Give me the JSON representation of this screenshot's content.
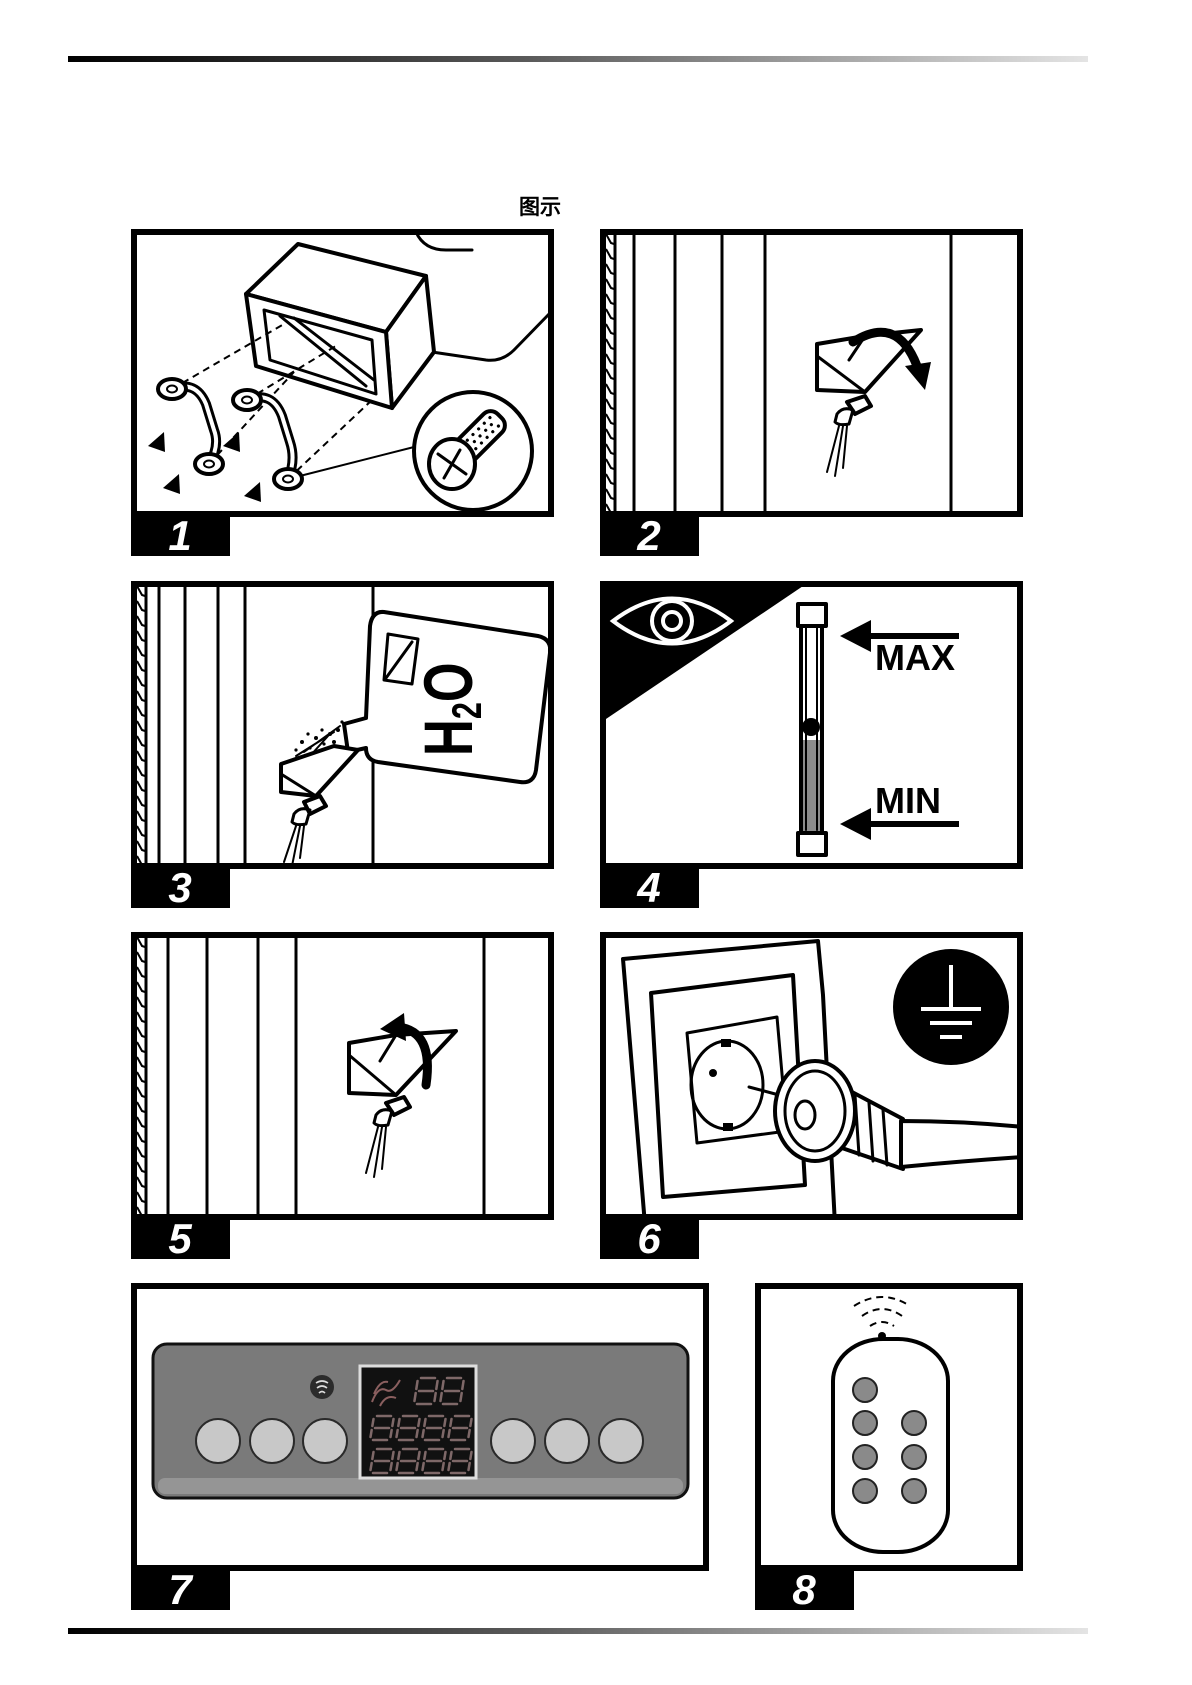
{
  "document": {
    "heading": "图示"
  },
  "figures": [
    {
      "number": "1"
    },
    {
      "number": "2"
    },
    {
      "number": "3"
    },
    {
      "number": "4"
    },
    {
      "number": "5"
    },
    {
      "number": "6"
    },
    {
      "number": "7"
    },
    {
      "number": "8"
    }
  ],
  "water_container": {
    "h": "H",
    "subscript": "2",
    "o": "O"
  },
  "level_gauge": {
    "max_label": "MAX",
    "min_label": "MIN"
  },
  "icons": {
    "figure_4": "eye-icon",
    "figure_6": "ground-icon",
    "figure_8": "signal-waves-icon"
  },
  "colors": {
    "ink": "#000000",
    "control_panel": "#7a7a7a",
    "panel_button": "#c8c8c8",
    "led_display": "#111111",
    "gauge_water": "#8c8c8c"
  }
}
